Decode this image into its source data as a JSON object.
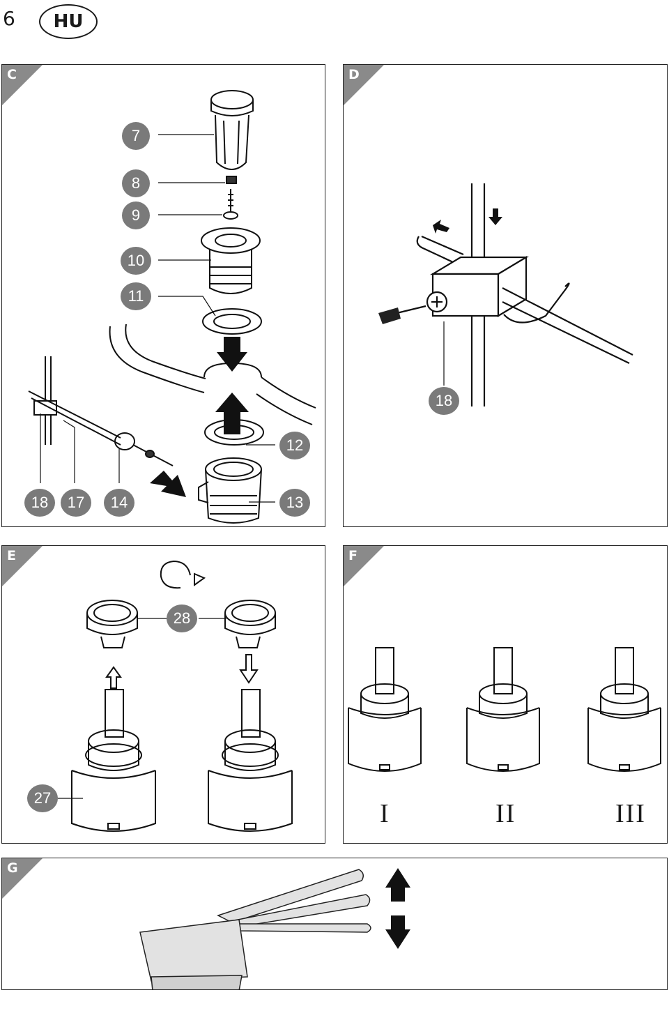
{
  "header": {
    "page_number": "6",
    "language": "HU"
  },
  "panels": {
    "c": {
      "letter": "C",
      "callouts": [
        "7",
        "8",
        "9",
        "10",
        "11",
        "12",
        "13",
        "18",
        "17",
        "14"
      ]
    },
    "d": {
      "letter": "D",
      "callouts": [
        "18"
      ]
    },
    "e": {
      "letter": "E",
      "callouts": [
        "28",
        "27"
      ]
    },
    "f": {
      "letter": "F",
      "positions": [
        "I",
        "II",
        "III"
      ]
    },
    "g": {
      "letter": "G"
    }
  }
}
